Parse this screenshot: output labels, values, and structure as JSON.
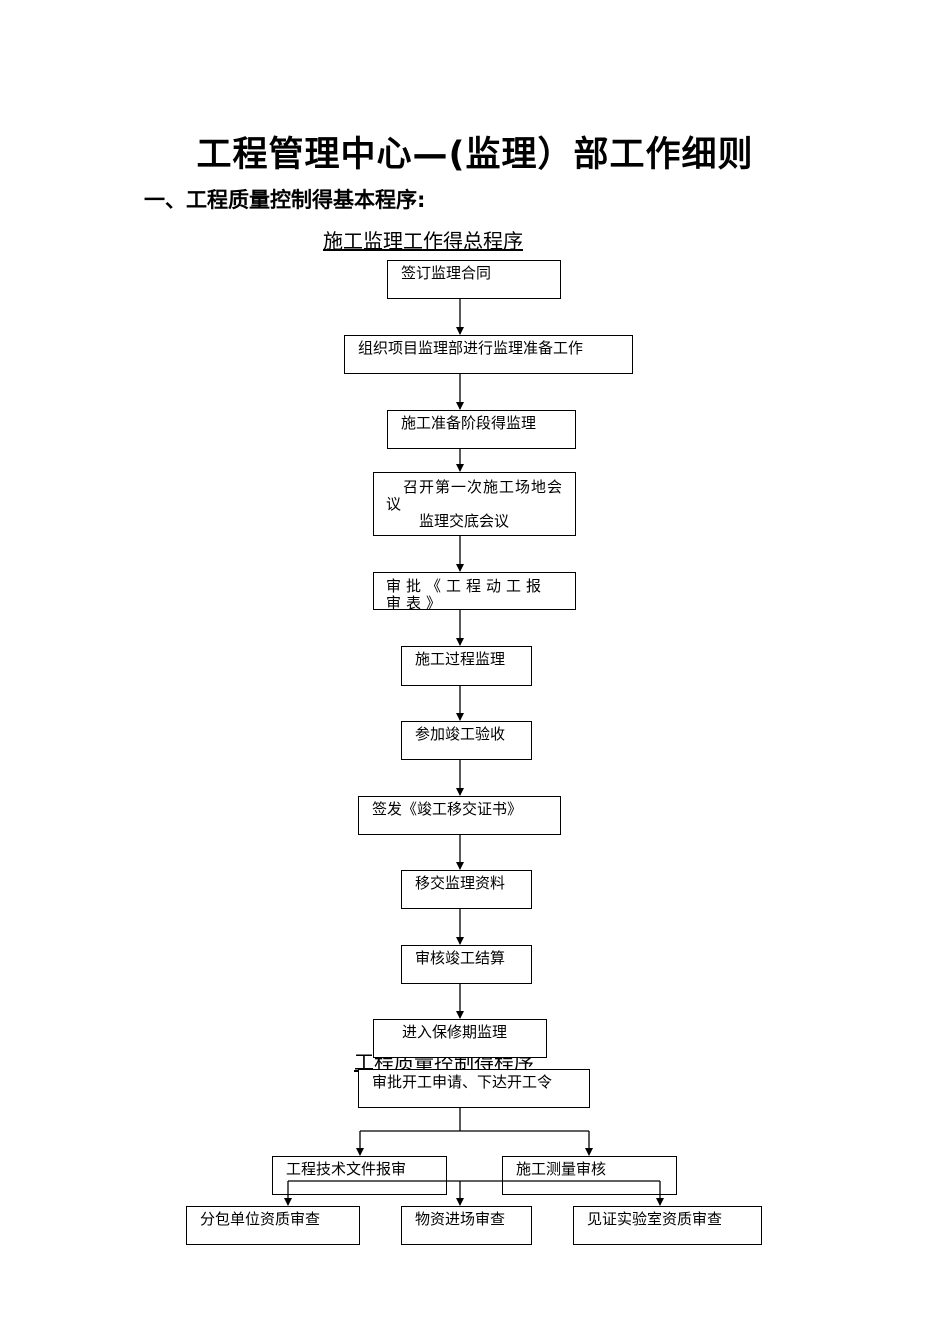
{
  "document": {
    "title": "工程管理中心—(监理）部工作细则",
    "section_heading": "一、工程质量控制得基本程序:"
  },
  "flow1": {
    "heading": "施工监理工作得总程序",
    "steps": [
      "签订监理合同",
      "组织项目监理部进行监理准备工作",
      "施工准备阶段得监理",
      "召开第一次施工场地会议",
      "监理交底会议",
      "审批《工程动工报审表》",
      "施工过程监理",
      "参加竣工验收",
      "签发《竣工移交证书》",
      "移交监理资料",
      "审核竣工结算",
      "进入保修期监理"
    ]
  },
  "flow2": {
    "heading": "工程质量控制得程序",
    "steps": [
      "审批开工申请、下达开工令",
      "工程技术文件报审",
      "施工测量审核",
      "分包单位资质审查",
      "物资进场审查",
      "见证实验室资质审查"
    ]
  }
}
